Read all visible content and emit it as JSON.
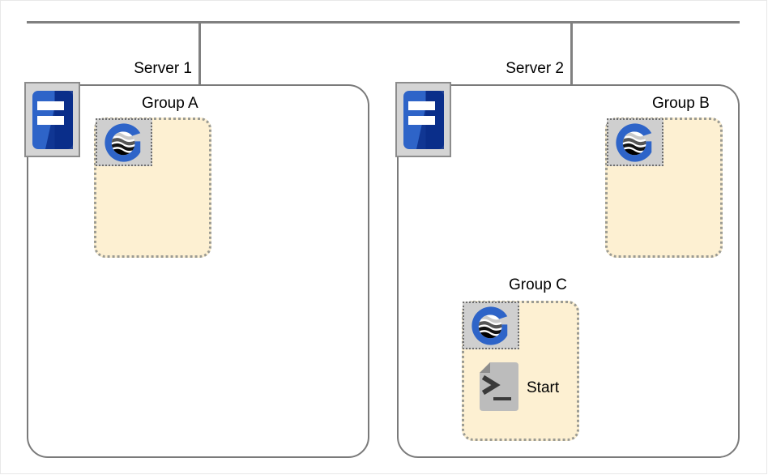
{
  "diagram": {
    "title_hidden": "",
    "colors": {
      "group_fill": "#FDF0D2",
      "group_border": "#9B9B93",
      "server_border": "#7A7A7A",
      "rule_line": "#808080",
      "icon_plate": "#CFCFCF",
      "server_plate": "#D4D4D4",
      "brand_blue": "#2E64C8",
      "brand_blue_dark": "#0B2E8A",
      "text": "#000000"
    },
    "servers": [
      {
        "label": "Server 1",
        "icon": "server-icon"
      },
      {
        "label": "Server 2",
        "icon": "server-icon"
      }
    ],
    "groups": [
      {
        "label": "Group A",
        "server": "Server 1",
        "instance_icon": "glassfish-instance-icon"
      },
      {
        "label": "Group B",
        "server": "Server 2",
        "instance_icon": "glassfish-instance-icon"
      },
      {
        "label": "Group C",
        "server": "Server 2",
        "instance_icon": "glassfish-instance-icon"
      }
    ],
    "commands": [
      {
        "label": "Start",
        "icon": "terminal-script-icon",
        "group": "Group C"
      }
    ]
  }
}
